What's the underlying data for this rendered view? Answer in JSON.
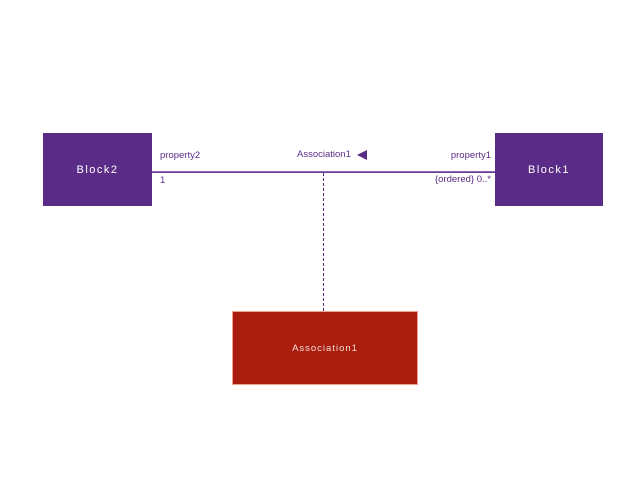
{
  "diagram": {
    "type": "uml-association-class-diagram",
    "background_color": "#ffffff",
    "block2": {
      "label": "Block2",
      "fill": "#5b2c87",
      "text_color": "#ffffff"
    },
    "block1": {
      "label": "Block1",
      "fill": "#5b2c87",
      "text_color": "#ffffff"
    },
    "association": {
      "name": "Association1",
      "direction_arrow": "left-filled-triangle",
      "line_color": "#5b2c87",
      "end_near_block2": {
        "role": "property2",
        "multiplicity": "1"
      },
      "end_near_block1": {
        "role": "property1",
        "multiplicity": "{ordered} 0..*"
      }
    },
    "association_class": {
      "label": "Association1",
      "fill": "#a81d0e",
      "border_color": "#f0a18c",
      "text_color": "#f4ded7",
      "connector_style": "dashed",
      "connector_color": "#5b2c87"
    }
  }
}
